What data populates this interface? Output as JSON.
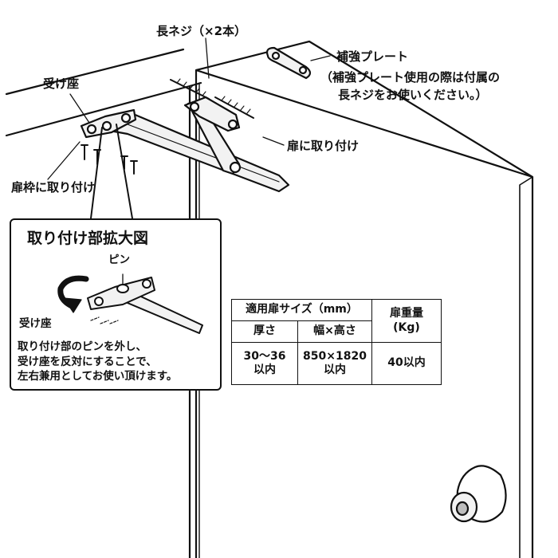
{
  "labels": {
    "long_screw": "長ネジ（×2本）",
    "reinforcement_plate": "補強プレート",
    "reinforcement_note_line1": "（補強プレート使用の際は付属の",
    "reinforcement_note_line2": "長ネジをお使いください。）",
    "receiver_seat": "受け座",
    "attach_to_door": "扉に取り付け",
    "attach_to_frame": "扉枠に取り付け"
  },
  "detail": {
    "title": "取り付け部拡大図",
    "pin_label": "ピン",
    "receiver_label": "受け座",
    "note_lines": [
      "取り付け部のピンを外し、",
      "受け座を反対にすることで、",
      "左右兼用としてお使い頂けます。"
    ]
  },
  "table": {
    "door_size_header": "適用扉サイズ（mm）",
    "thickness_header": "厚さ",
    "width_height_header": "幅×高さ",
    "weight_header_line1": "扉重量",
    "weight_header_line2": "(Kg)",
    "thickness_value_line1": "30〜36",
    "thickness_value_line2": "以内",
    "width_height_value_line1": "850×1820",
    "width_height_value_line2": "以内",
    "weight_value": "40以内"
  },
  "colors": {
    "line": "#111111",
    "metal_fill": "#f2f2f2",
    "shade": "#bdbdbd"
  }
}
